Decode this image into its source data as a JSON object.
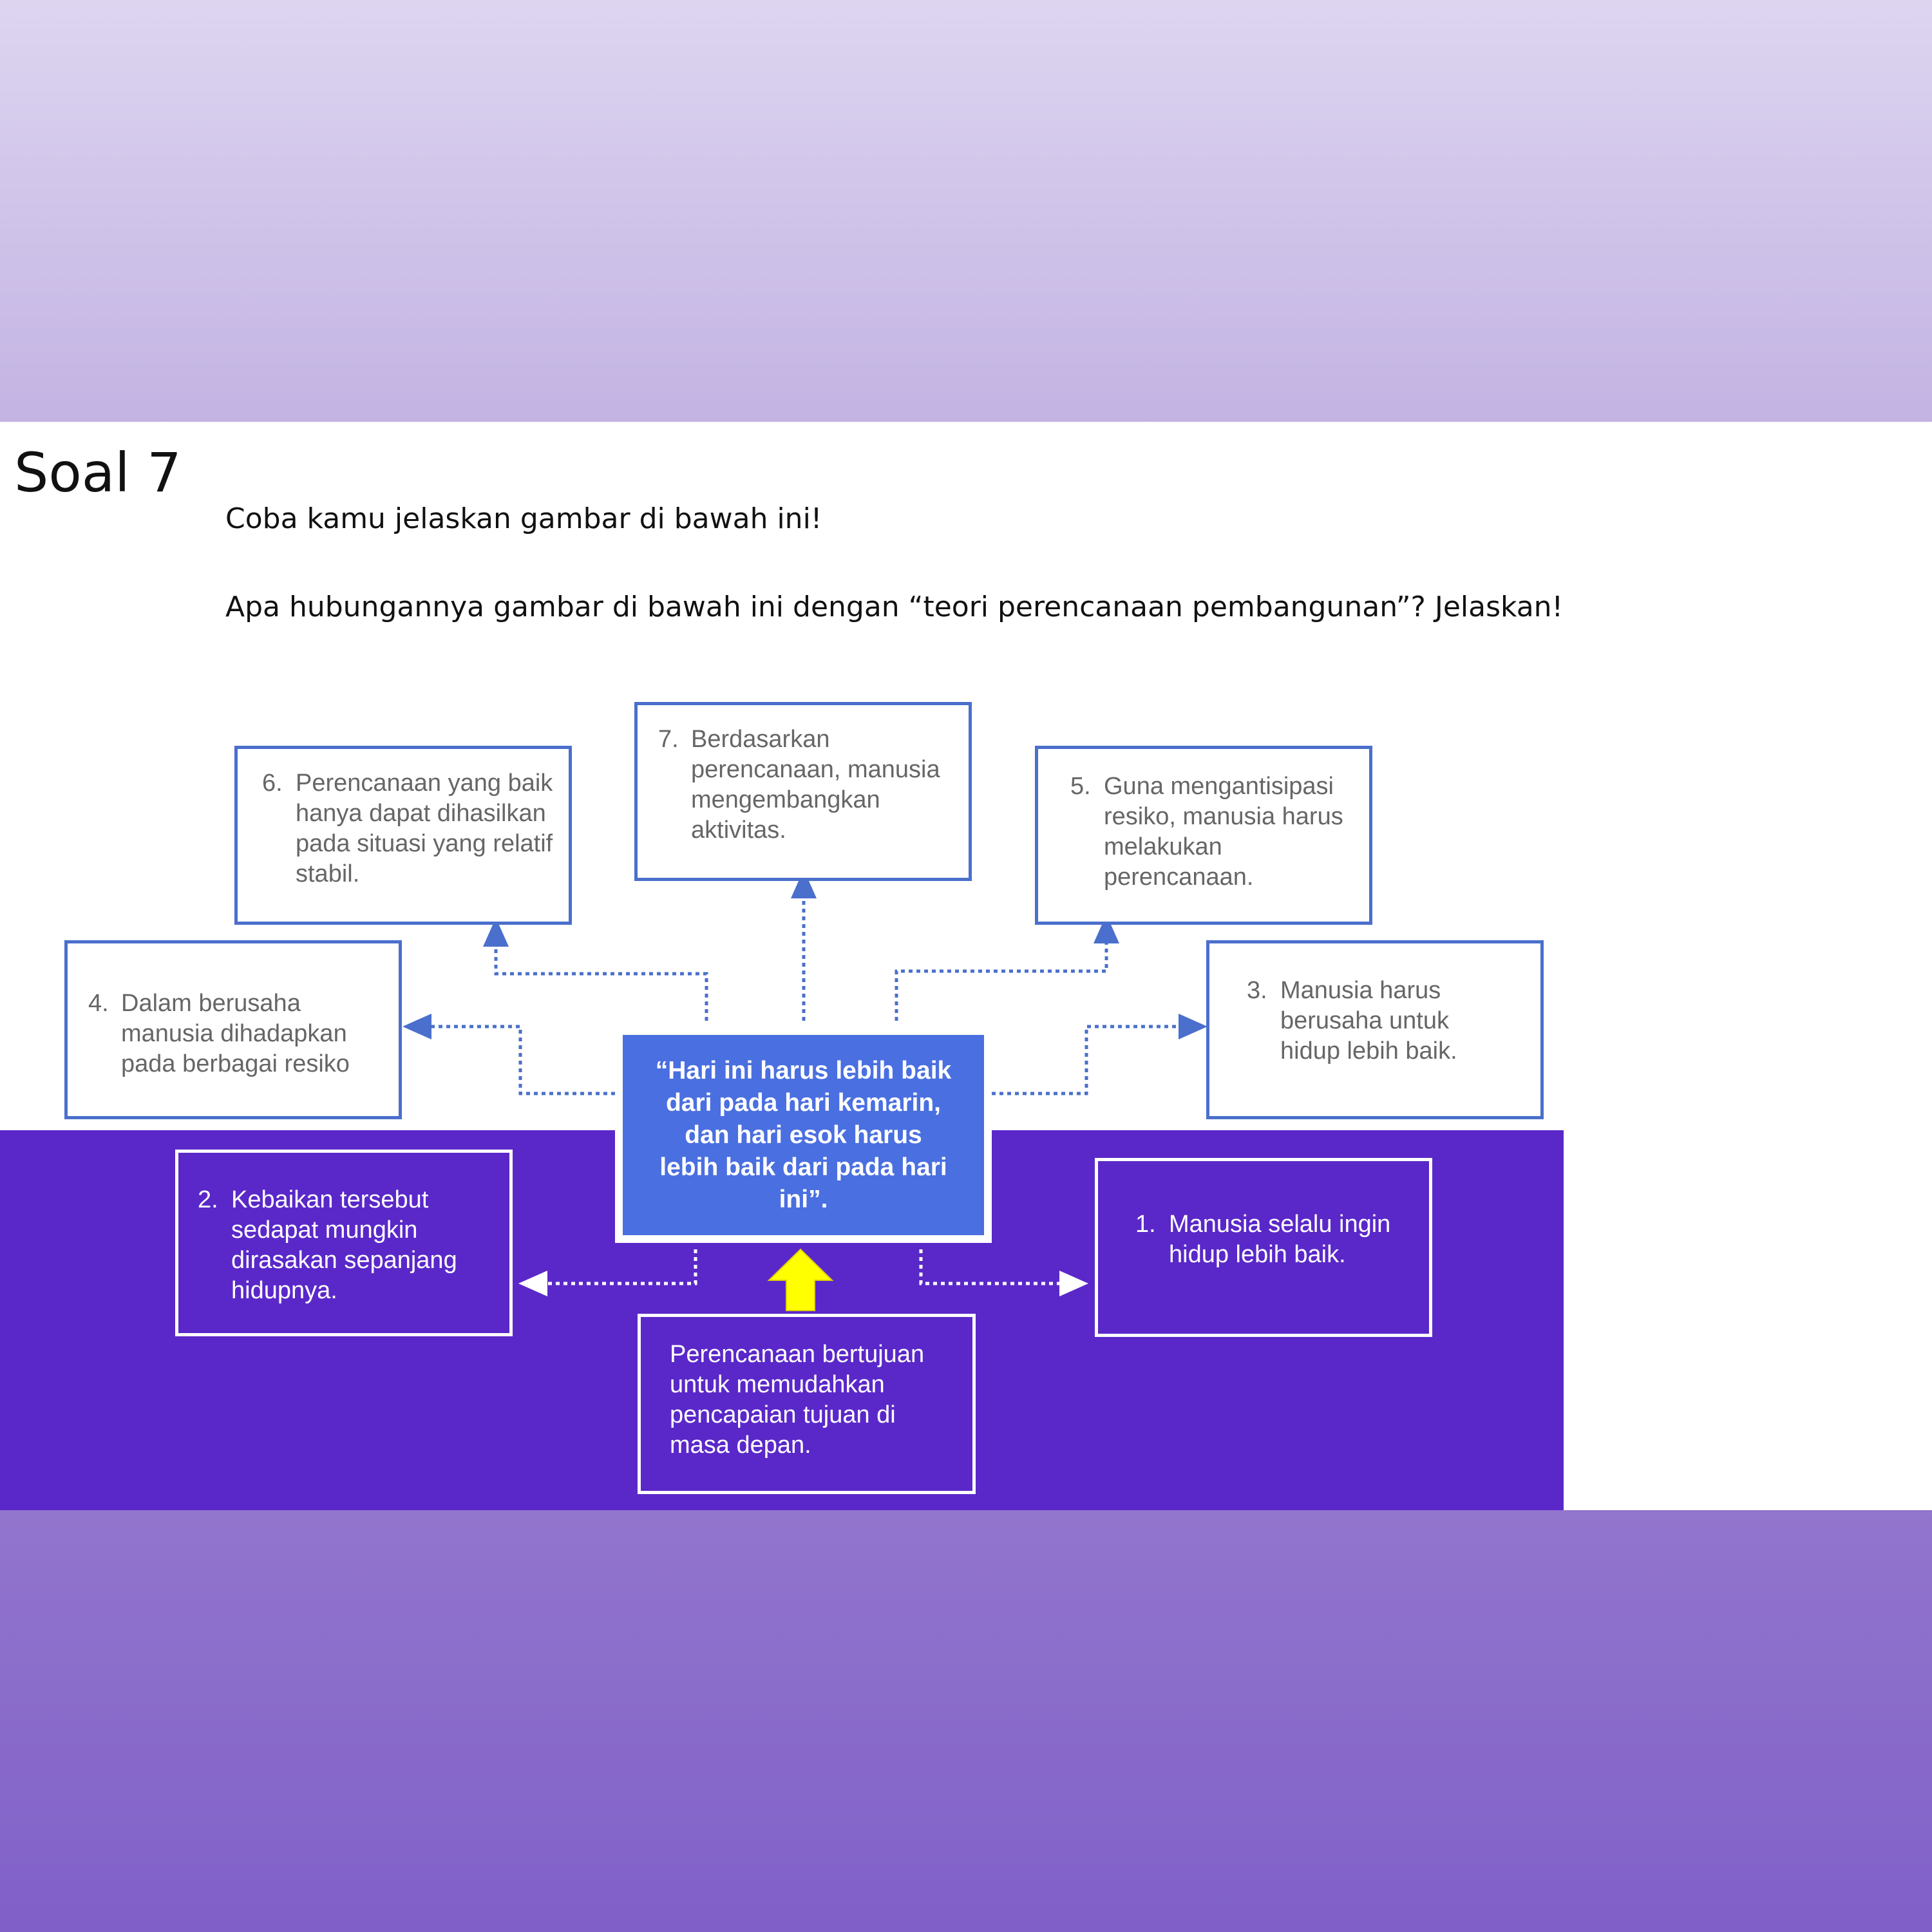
{
  "slide": {
    "title": "Soal 7",
    "question1": "Coba kamu jelaskan gambar di bawah ini!",
    "question2": "Apa hubungannya gambar di bawah ini dengan “teori perencanaan pembangunan”? Jelaskan!"
  },
  "diagram": {
    "center": "“Hari ini harus lebih baik dari pada hari kemarin, dan hari esok harus lebih baik dari pada hari ini”.",
    "bottom": "Perencanaan bertujuan untuk memudahkan pencapaian tujuan di masa depan.",
    "box1": {
      "num": "1.",
      "text": "Manusia selalu ingin hidup lebih baik."
    },
    "box2": {
      "num": "2.",
      "text": "Kebaikan tersebut sedapat mungkin dirasakan sepanjang hidupnya."
    },
    "box3": {
      "num": "3.",
      "text": "Manusia harus berusaha untuk hidup lebih baik."
    },
    "box4": {
      "num": "4.",
      "text": "Dalam berusaha manusia dihadapkan pada berbagai resiko"
    },
    "box5": {
      "num": "5.",
      "text": "Guna mengantisipasi resiko, manusia harus melakukan perencanaan."
    },
    "box6": {
      "num": "6.",
      "text": "Perencanaan yang baik hanya dapat dihasilkan pada situasi yang relatif stabil."
    },
    "box7": {
      "num": "7.",
      "text": "Berdasarkan perencanaan, manusia mengembangkan aktivitas."
    }
  },
  "colors": {
    "box_border": "#4a6fcc",
    "center_fill": "#4a6fe0",
    "purple_zone": "#5a28c9",
    "arrow_yellow": "#ffff00"
  }
}
